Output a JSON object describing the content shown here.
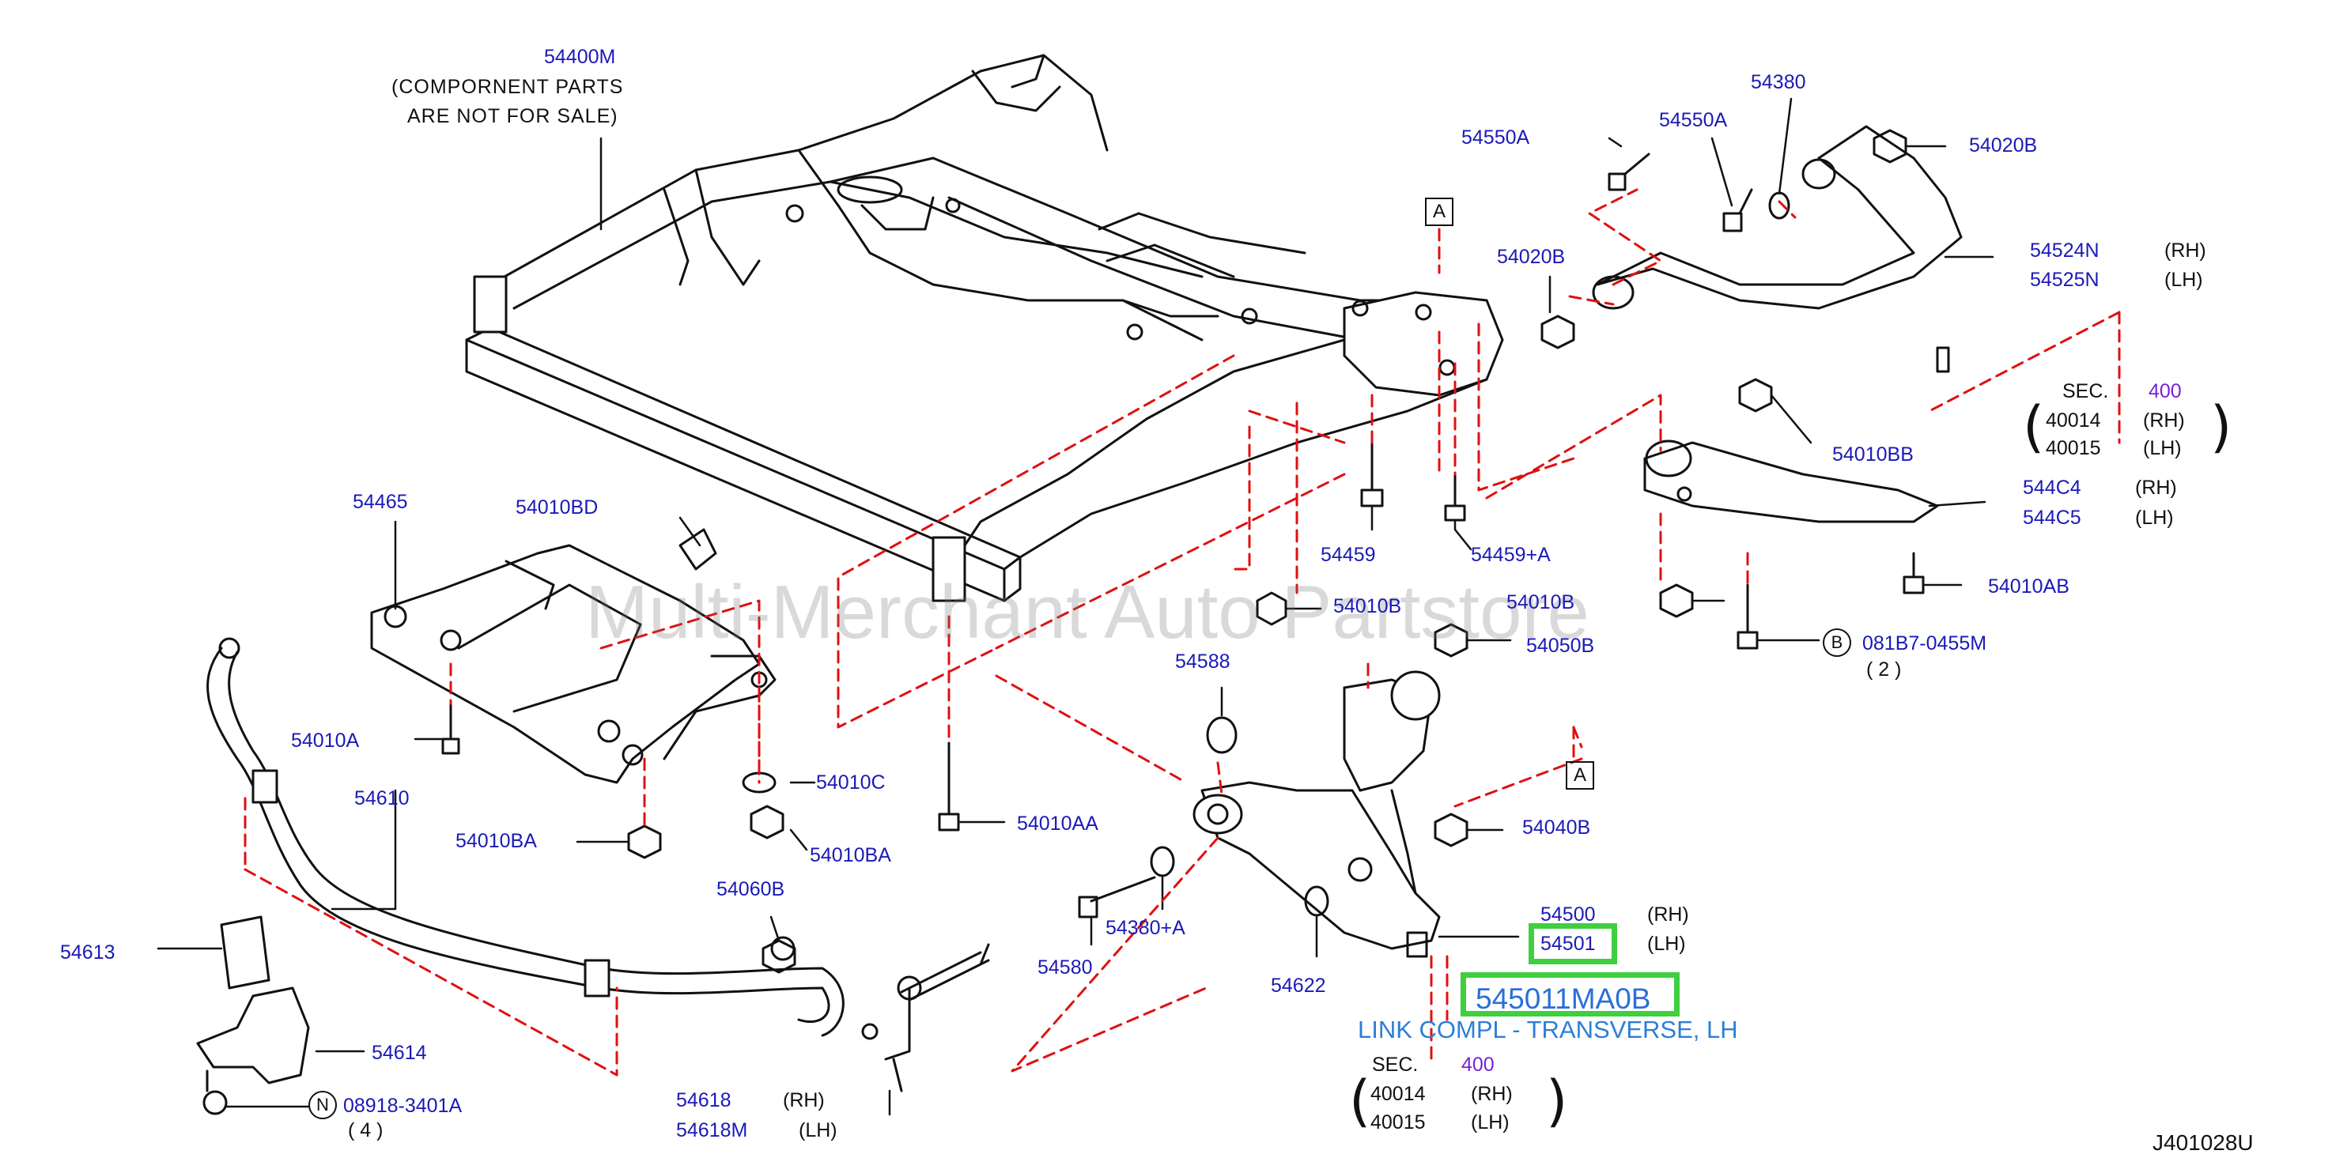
{
  "watermark": "Multi-Merchant Auto Partstore",
  "diagram_code": "J401028U",
  "subframe": {
    "part_no": "54400M",
    "note_line1": "(COMPORNENT  PARTS",
    "note_line2": "ARE  NOT  FOR  SALE)"
  },
  "labels": {
    "p54465": "54465",
    "p54010BD": "54010BD",
    "p54010A": "54010A",
    "p54610": "54610",
    "p54010BA": "54010BA",
    "p54010C": "54010C",
    "p54010BA_2": "54010BA",
    "p54613": "54613",
    "p54614": "54614",
    "p08918": "08918-3401A",
    "p08918_qty": "( 4 )",
    "p54060B": "54060B",
    "p54618": "54618",
    "p54618M": "54618M",
    "rh": "(RH)",
    "lh": "(LH)",
    "p54588": "54588",
    "p54010AA": "54010AA",
    "p54580": "54580",
    "p54380A": "54380+A",
    "p54622": "54622",
    "p54459": "54459",
    "p54459A": "54459+A",
    "p54010B": "54010B",
    "p54010B_2": "54010B",
    "p54050B": "54050B",
    "p54040B": "54040B",
    "p54500": "54500",
    "p54501": "54501",
    "p54550A": "54550A",
    "p54550A_2": "54550A",
    "p54380": "54380",
    "p54020B": "54020B",
    "p54020B_2": "54020B",
    "p54524N": "54524N",
    "p54525N": "54525N",
    "p54010BB": "54010BB",
    "p544C4": "544C4",
    "p544C5": "544C5",
    "p54010AB": "54010AB",
    "p081B7": "081B7-0455M",
    "p081B7_qty": "( 2 )",
    "sec": "SEC.",
    "sec_no": "400",
    "p40014": "40014",
    "p40015": "40015",
    "ref_A": "A",
    "ref_B": "B",
    "ref_N": "N"
  },
  "highlight": {
    "part_number": "545011MA0B",
    "description": "LINK COMPL - TRANSVERSE, LH"
  },
  "colors": {
    "label_blue": "#1a1ab8",
    "highlight_green": "#3fcf3f",
    "link_blue": "#2b7fd8",
    "section_purple": "#7a1fd6",
    "leader_red": "#e01010"
  }
}
